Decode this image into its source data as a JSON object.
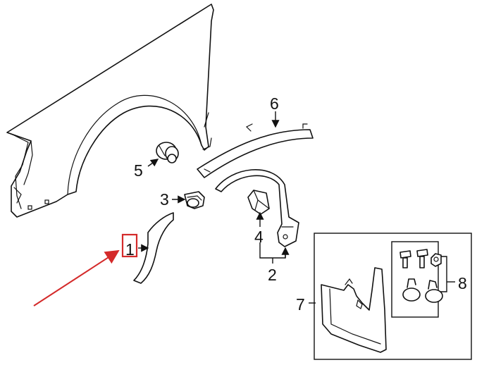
{
  "callouts": {
    "c1": "1",
    "c2": "2",
    "c3": "3",
    "c4": "4",
    "c5": "5",
    "c6": "6",
    "c7": "7",
    "c8": "8"
  },
  "colors": {
    "highlight": "#d42a2a",
    "line": "#111111"
  },
  "icons": {
    "highlighted_callout": "red-box",
    "pointer": "red-arrow"
  }
}
